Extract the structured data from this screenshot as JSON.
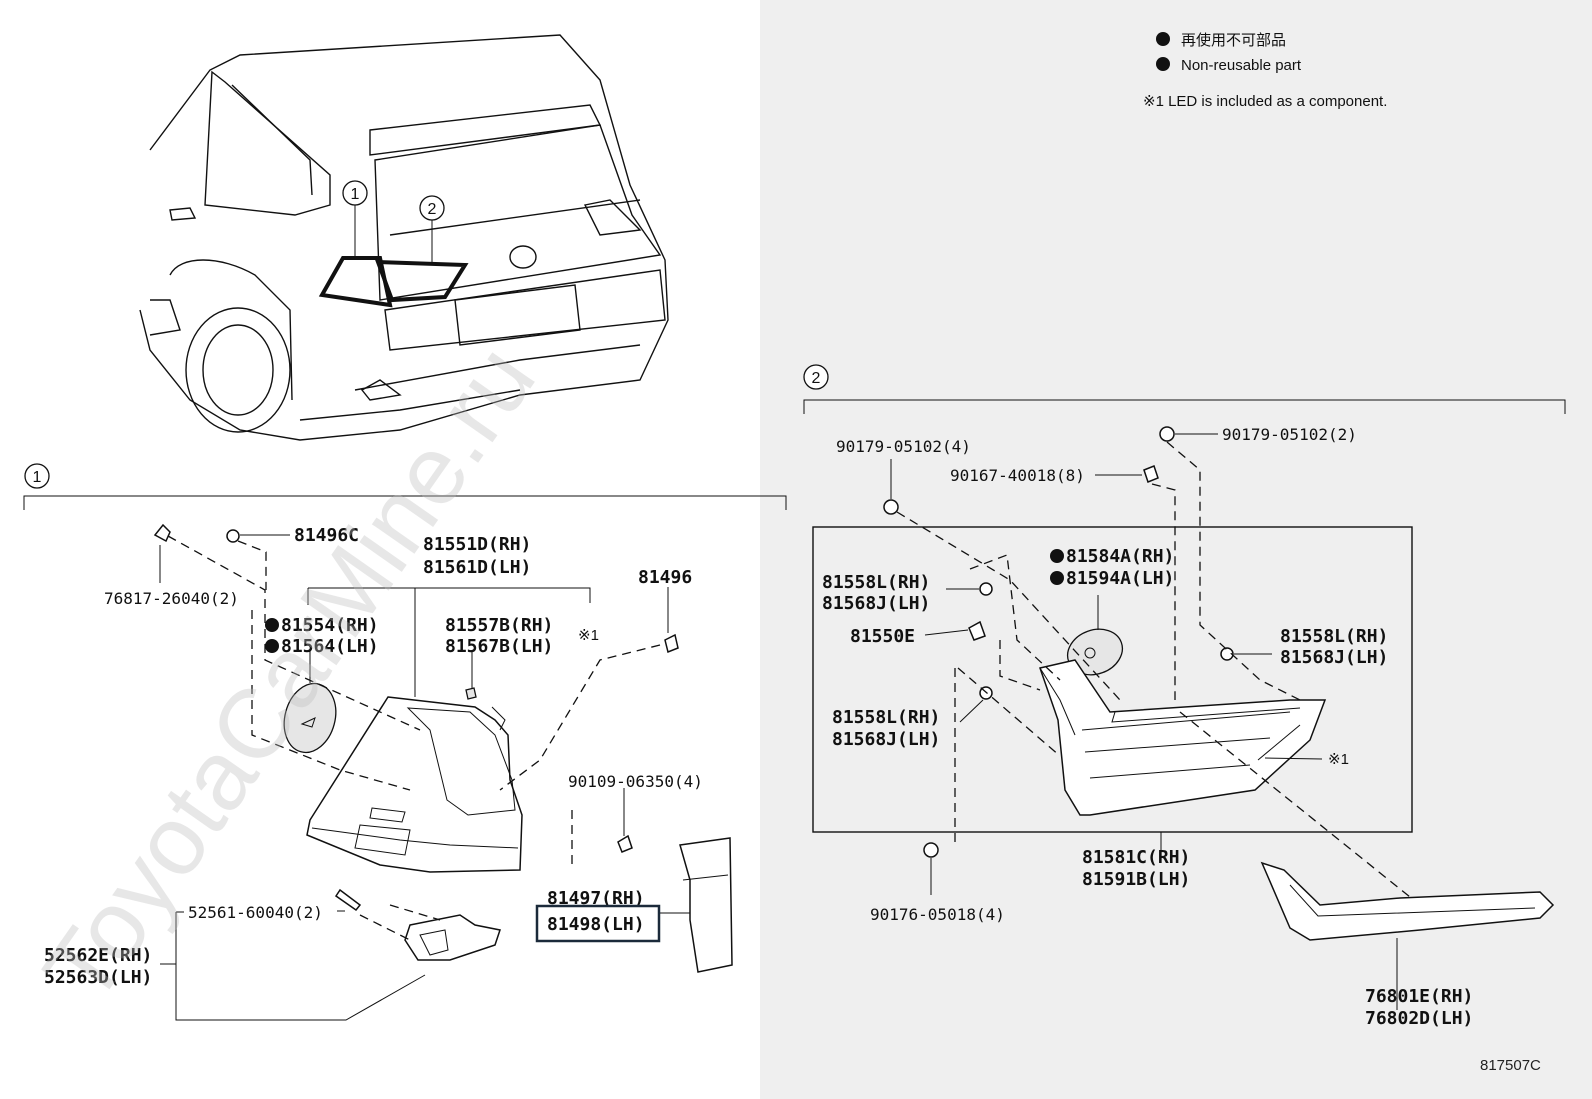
{
  "legend": {
    "jp": "再使用不可部品",
    "en": "Non-reusable part",
    "note": "※1 LED is included as a component."
  },
  "diagram_code": "817507C",
  "watermark": "ToyotaCarMine.ru",
  "callouts": {
    "one": "1",
    "two": "2"
  },
  "section1": {
    "labels": {
      "p76817": "76817-26040(2)",
      "p81496c": "81496C",
      "p81551": "81551D(RH)",
      "p81561": "81561D(LH)",
      "p81554": "81554(RH)",
      "p81564": "81564(LH)",
      "p81557": "81557B(RH)",
      "p81567": "81567B(LH)",
      "note1": "※1",
      "p81496": "81496",
      "p90109": "90109-06350(4)",
      "p81497": "81497(RH)",
      "p81498": "81498(LH)",
      "p52561": "52561-60040(2)",
      "p52562": "52562E(RH)",
      "p52563": "52563D(LH)"
    }
  },
  "section2": {
    "labels": {
      "p90179a": "90179-05102(4)",
      "p90179b": "90179-05102(2)",
      "p90167": "90167-40018(8)",
      "p81584": "81584A(RH)",
      "p81594": "81594A(LH)",
      "p81558a": "81558L(RH)",
      "p81568a": "81568J(LH)",
      "p81550": "81550E",
      "p81558b": "81558L(RH)",
      "p81568b": "81568J(LH)",
      "p81558c": "81558L(RH)",
      "p81568c": "81568J(LH)",
      "note1": "※1",
      "p81581": "81581C(RH)",
      "p81591": "81591B(LH)",
      "p90176": "90176-05018(4)",
      "p76801": "76801E(RH)",
      "p76802": "76802D(LH)"
    }
  }
}
